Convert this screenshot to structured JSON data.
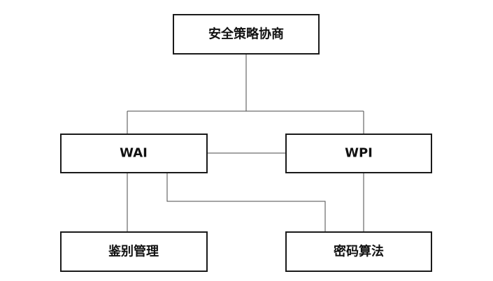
{
  "nodes": {
    "security_policy_negotiation": {
      "label": "安全策略协商"
    },
    "wai": {
      "label": "WAI"
    },
    "wpi": {
      "label": "WPI"
    },
    "authentication_management": {
      "label": "鉴别管理"
    },
    "cipher_algorithm": {
      "label": "密码算法"
    }
  },
  "colors": {
    "border": "#1a1a1a",
    "connector": "#4a4a4a",
    "background": "#ffffff",
    "text": "#111111"
  }
}
